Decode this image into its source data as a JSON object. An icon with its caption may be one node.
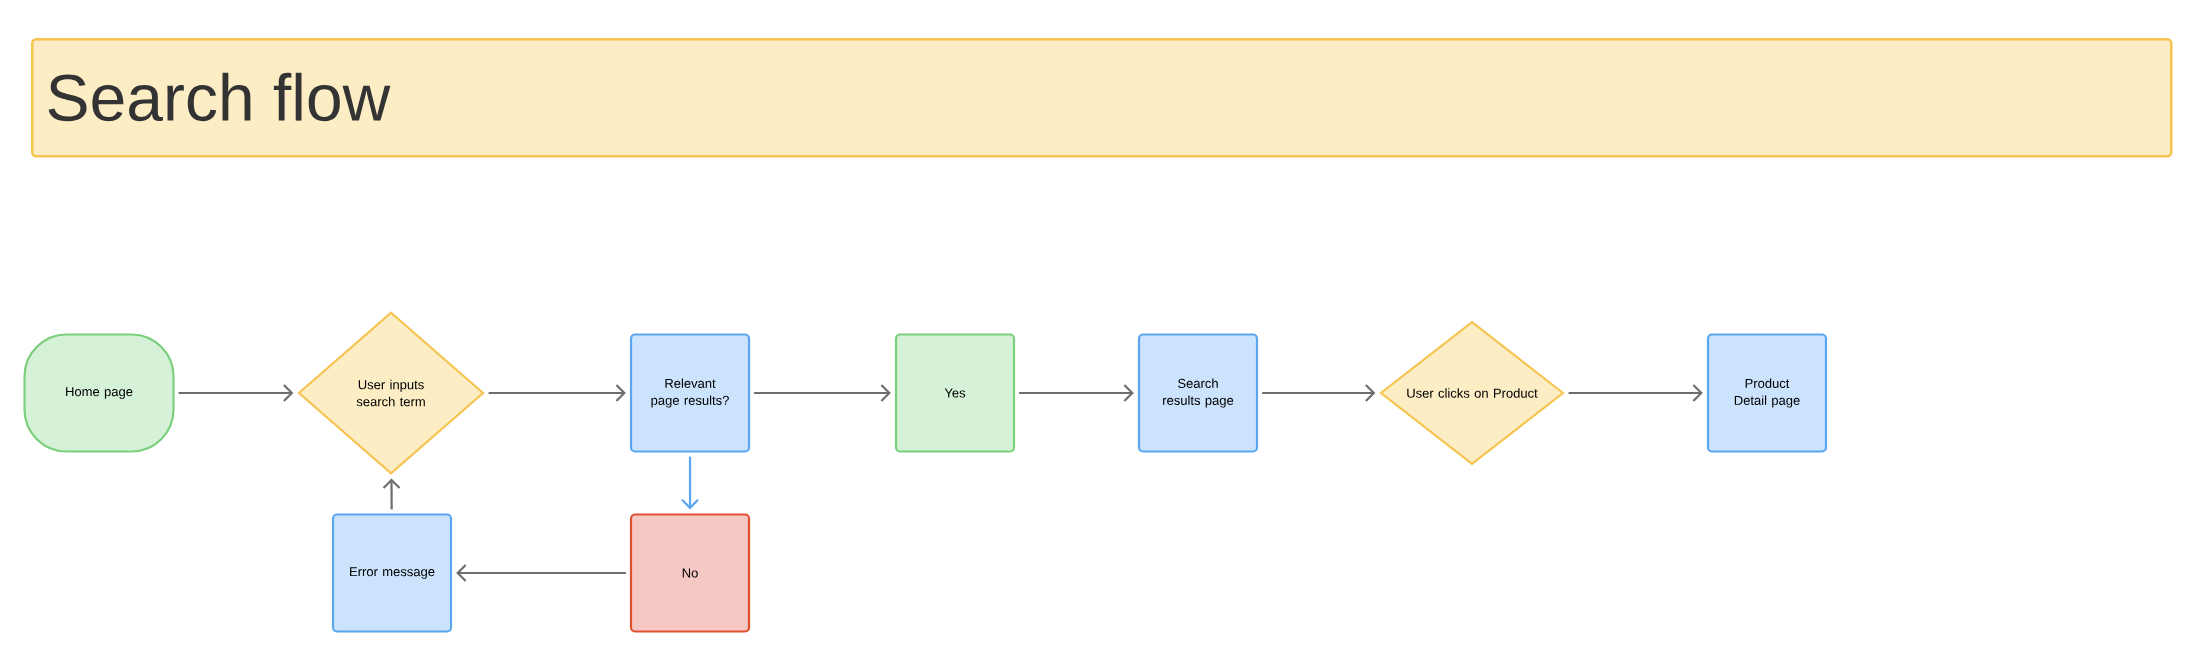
{
  "diagram": {
    "title": "Search flow",
    "nodes": [
      {
        "text": [
          "Home page"
        ]
      },
      {
        "text": [
          "User inputs search term"
        ]
      },
      {
        "text": [
          "Relevant page results?"
        ]
      },
      {
        "text": [
          "Yes"
        ]
      },
      {
        "text": [
          "Search results page"
        ]
      },
      {
        "text": [
          "User clicks on Product"
        ]
      },
      {
        "text": [
          "Product Detail page"
        ]
      },
      {
        "text": [
          "No"
        ]
      },
      {
        "text": [
          "Error message"
        ]
      }
    ],
    "edges": [
      {
        "from": 0,
        "to": 1,
        "arrow": "to"
      },
      {
        "from": 1,
        "to": 2,
        "arrow": "to"
      },
      {
        "from": 2,
        "to": 3,
        "arrow": "to"
      },
      {
        "from": 3,
        "to": 4,
        "arrow": "to"
      },
      {
        "from": 4,
        "to": 5,
        "arrow": "to"
      },
      {
        "from": 5,
        "to": 6,
        "arrow": "to"
      },
      {
        "from": 2,
        "to": 7,
        "arrow": "to",
        "color": "#5aa7f0"
      },
      {
        "from": 7,
        "to": 8,
        "arrow": "to"
      },
      {
        "from": 8,
        "to": 1,
        "arrow": "to"
      }
    ]
  }
}
